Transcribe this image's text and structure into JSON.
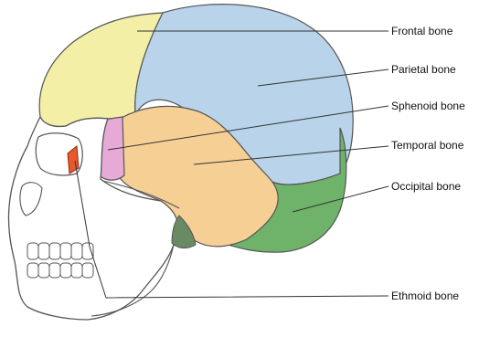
{
  "labels": {
    "frontal": "Frontal bone",
    "parietal": "Parietal bone",
    "sphenoid": "Sphenoid bone",
    "temporal": "Temporal bone",
    "occipital": "Occipital bone",
    "ethmoid": "Ethmoid bone"
  },
  "colors": {
    "frontal": "#f3efa6",
    "parietal": "#b9d3ea",
    "sphenoid": "#e7a9d6",
    "temporal": "#f6cf95",
    "occipital": "#6fb36a",
    "ethmoid": "#e9572b",
    "outline": "#555555",
    "skull_white": "#ffffff"
  }
}
